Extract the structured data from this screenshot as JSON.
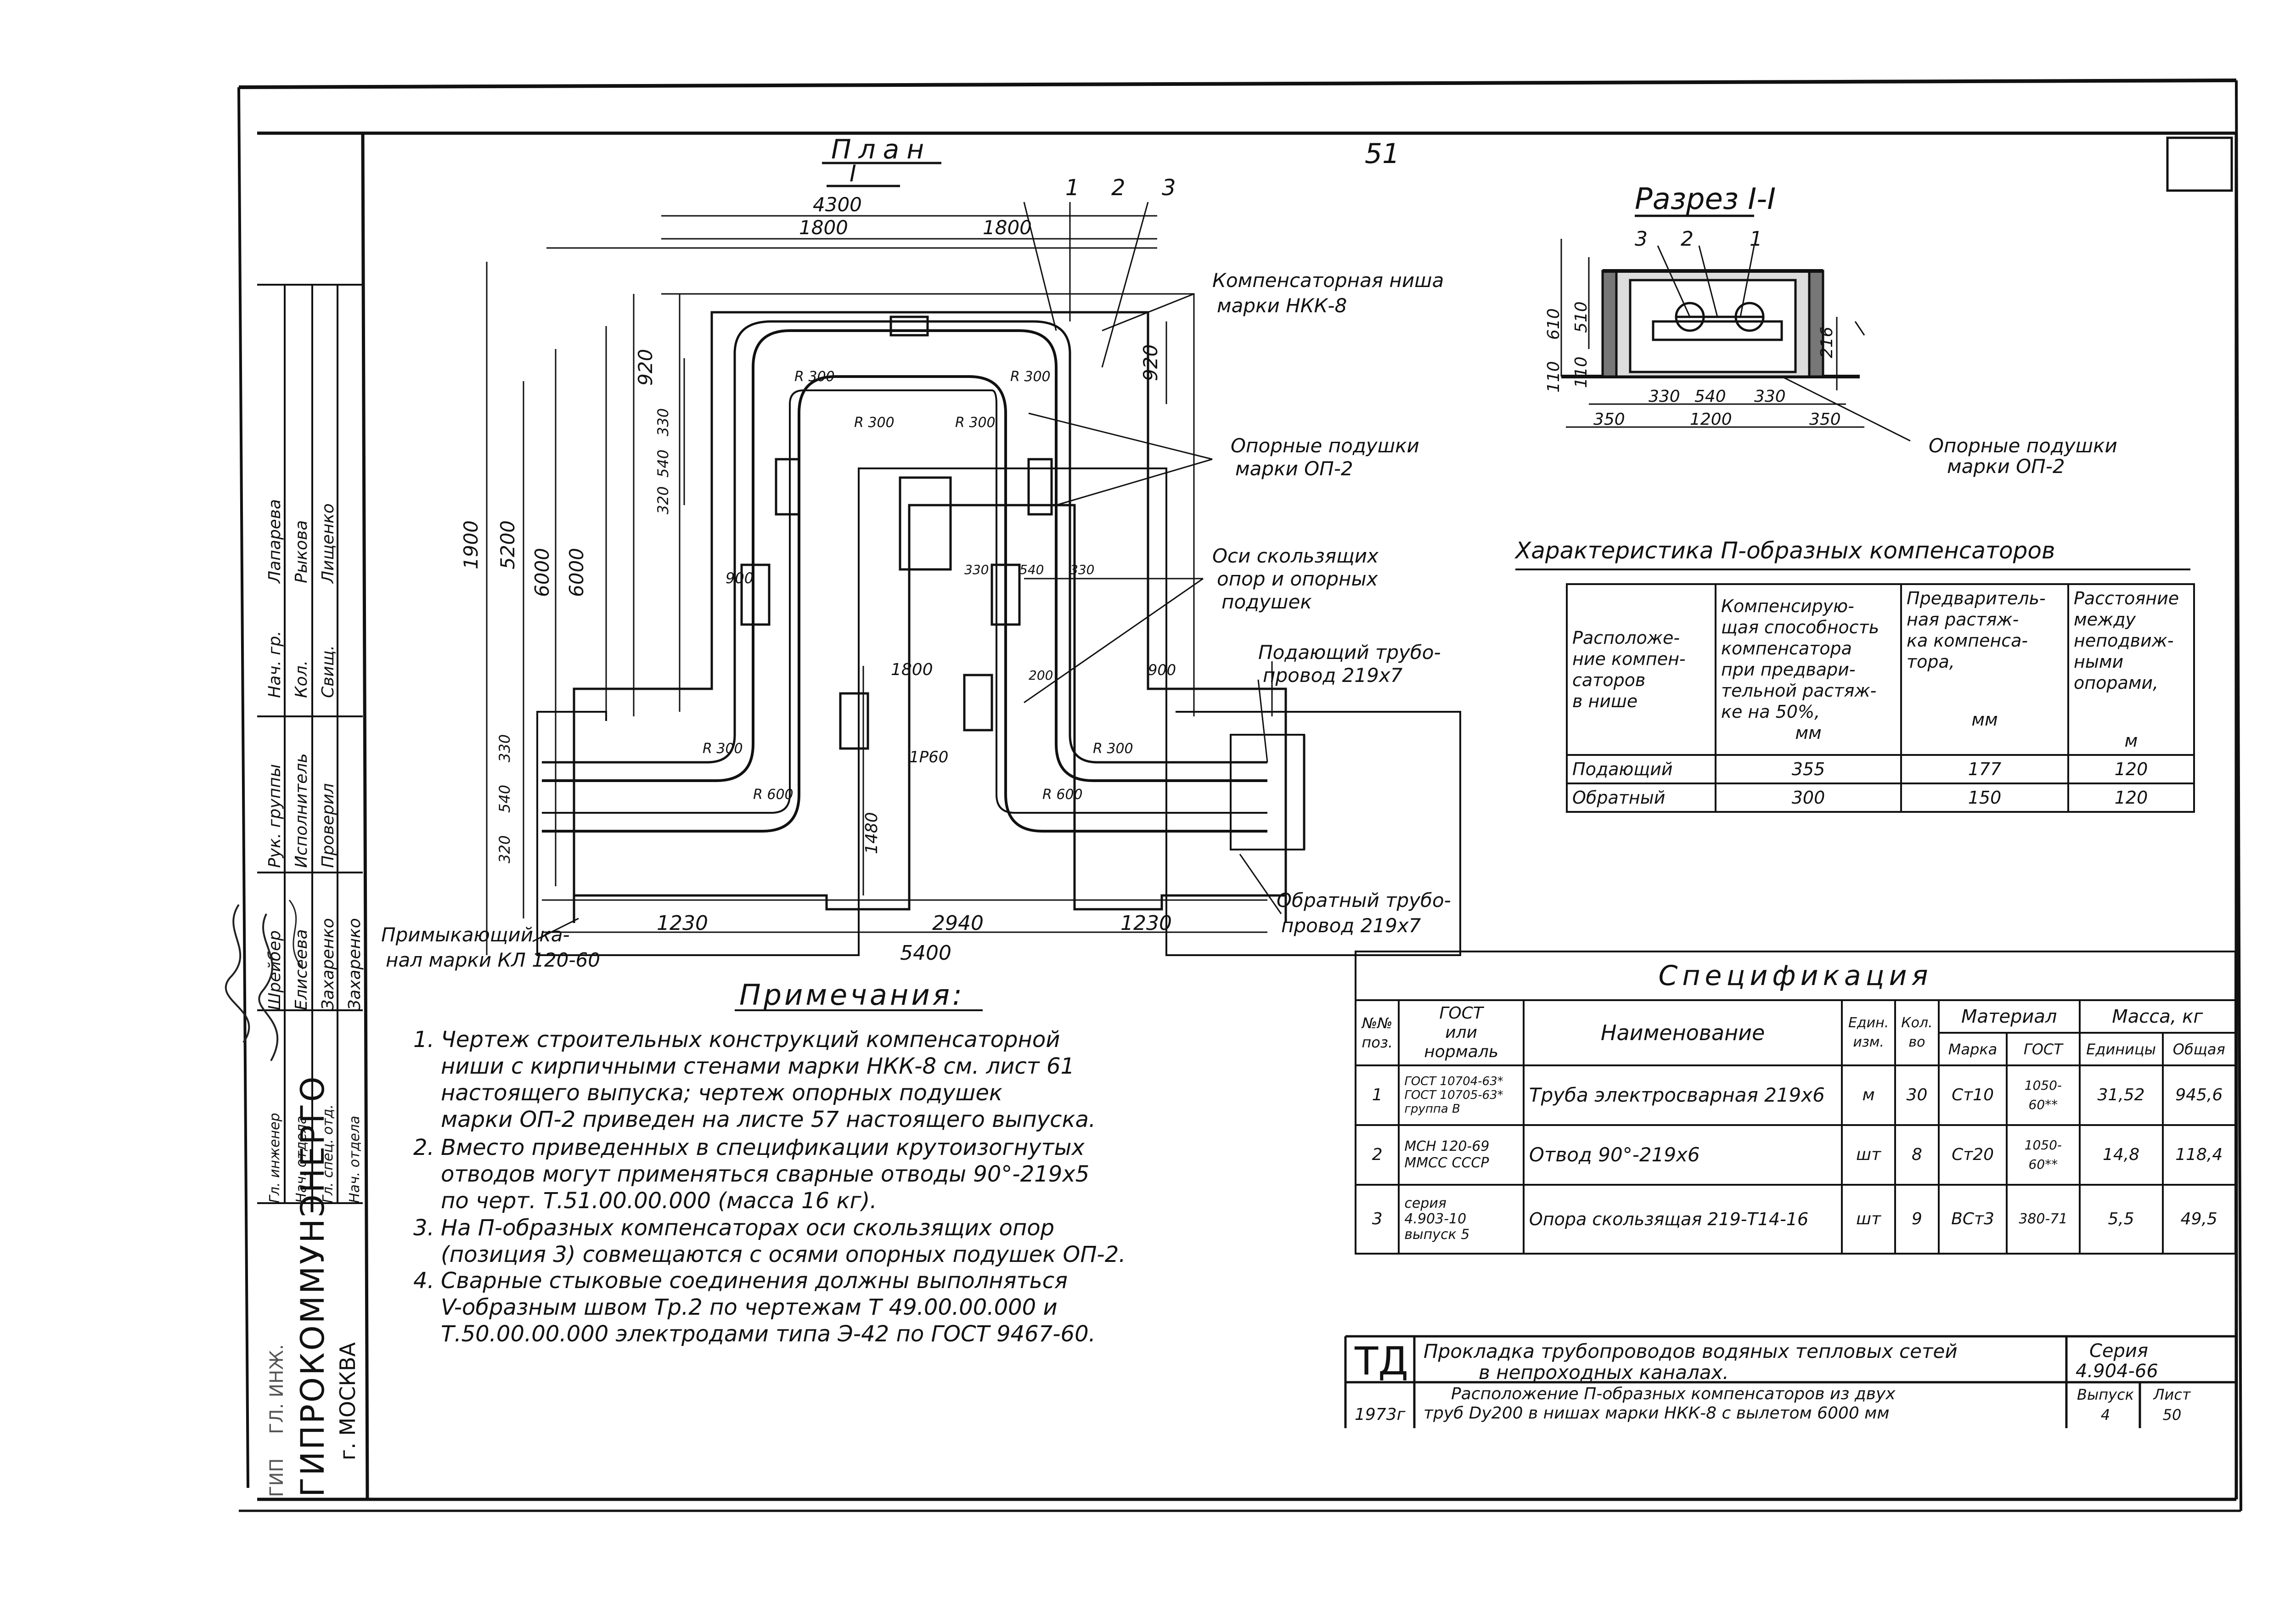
{
  "sheet_number": "51",
  "plan": {
    "title": "План",
    "section_mark": "I",
    "leaders": [
      "1",
      "2",
      "3"
    ],
    "dims": {
      "d4300": "4300",
      "d1800a": "1800",
      "d1800b": "1800",
      "d1900": "1900",
      "d5200": "5200",
      "d6000a": "6000",
      "d6000b": "6000",
      "d920a": "920",
      "d920b": "920",
      "d320": "320",
      "d540": "540",
      "d330": "330",
      "d900a": "900",
      "d900b": "900",
      "d1800c": "1800",
      "d1480": "1480",
      "d1230a": "1230",
      "d2940": "2940",
      "d1230b": "1230",
      "d5400": "5400",
      "r300a": "R 300",
      "r300b": "R 300",
      "r300c": "R 300",
      "r300d": "R 300",
      "r300e": "R 300",
      "r300f": "R 300",
      "r600a": "R 600",
      "r600b": "R 600",
      "d1p60": "1P60",
      "d200": "200",
      "d330b": "330",
      "d540b": "540",
      "d330c": "330",
      "d320b": "320",
      "d540c": "540",
      "d330d": "330"
    },
    "callouts": {
      "niche": [
        "Компенсаторная ниша",
        "марки НКК-8"
      ],
      "pads": [
        "Опорные подушки",
        "марки ОП-2"
      ],
      "axes": [
        "Оси скользящих",
        "опор и опорных",
        "подушек"
      ],
      "supply": [
        "Подающий трубо-",
        "провод 219х7"
      ],
      "return": [
        "Обратный трубо-",
        "провод 219х7"
      ],
      "channel": [
        "Примыкающий ка-",
        "нал марки КЛ 120-60"
      ]
    }
  },
  "section": {
    "title": "Разрез I-I",
    "leaders": [
      "3",
      "2",
      "1"
    ],
    "dims": {
      "d610": "610",
      "d510": "510",
      "d110a": "110",
      "d216": "216",
      "d110b": "110",
      "d330a": "330",
      "d540": "540",
      "d330b": "330",
      "d350a": "350",
      "d1200": "1200",
      "d350b": "350"
    },
    "callout": [
      "Опорные подушки",
      "марки ОП-2"
    ]
  },
  "characteristics": {
    "title": "Характеристика П-образных компенсаторов",
    "headers": [
      [
        "Расположе-",
        "ние компен-",
        "саторов",
        "в нише"
      ],
      [
        "Компенсирую-",
        "щая способность",
        "компенсатора",
        "при предвари-",
        "тельной растяж-",
        "ке на 50%,",
        "мм"
      ],
      [
        "Предваритель-",
        "ная растяж-",
        "ка компенса-",
        "тора,",
        "мм"
      ],
      [
        "Расстояние",
        "между",
        "неподвиж-",
        "ными опорами,",
        "м"
      ]
    ],
    "rows": [
      [
        "Подающий",
        "355",
        "177",
        "120"
      ],
      [
        "Обратный",
        "300",
        "150",
        "120"
      ]
    ]
  },
  "specification": {
    "title": "Спецификация",
    "headers": {
      "pos": [
        "№№",
        "поз."
      ],
      "gost": [
        "ГОСТ",
        "или",
        "нормаль"
      ],
      "name": "Наименование",
      "unit": [
        "Един.",
        "изм."
      ],
      "qty": [
        "Кол.",
        "во"
      ],
      "material": "Материал",
      "mark": "Марка",
      "mgost": "ГОСТ",
      "mass": "Масса, кг",
      "unit_mass": "Единицы",
      "total_mass": "Общая"
    },
    "rows": [
      {
        "pos": "1",
        "gost": [
          "ГОСТ 10704-63*",
          "ГОСТ 10705-63*",
          "группа В"
        ],
        "name": "Труба электросварная 219х6",
        "unit": "м",
        "qty": "30",
        "mark": "Ст10",
        "mgost": "1050-60**",
        "unit_mass": "31,52",
        "total_mass": "945,6"
      },
      {
        "pos": "2",
        "gost": [
          "МСН 120-69",
          "ММСС СССР"
        ],
        "name": "Отвод 90°-219х6",
        "unit": "шт",
        "qty": "8",
        "mark": "Ст20",
        "mgost": "1050-60**",
        "unit_mass": "14,8",
        "total_mass": "118,4"
      },
      {
        "pos": "3",
        "gost": [
          "серия",
          "4.903-10",
          "выпуск 5"
        ],
        "name": "Опора скользящая 219-Т14-16",
        "unit": "шт",
        "qty": "9",
        "mark": "ВСт3",
        "mgost": "380-71",
        "unit_mass": "5,5",
        "total_mass": "49,5"
      }
    ]
  },
  "notes": {
    "title": "Примечания:",
    "items": [
      {
        "num": "1.",
        "lines": [
          "Чертеж строительных конструкций компенсаторной",
          "ниши с кирпичными стенами марки НКК-8 см. лист 61",
          "настоящего выпуска; чертеж опорных подушек",
          "марки ОП-2 приведен на листе 57 настоящего выпуска."
        ]
      },
      {
        "num": "2.",
        "lines": [
          "Вместо приведенных в спецификации крутоизогнутых",
          "отводов могут применяться сварные отводы 90°-219х5",
          "по черт. Т.51.00.00.000 (масса 16 кг)."
        ]
      },
      {
        "num": "3.",
        "lines": [
          "На П-образных компенсаторах оси скользящих опор",
          "(позиция 3) совмещаются с осями опорных подушек ОП-2."
        ]
      },
      {
        "num": "4.",
        "lines": [
          "Сварные стыковые соединения должны выполняться",
          "V-образным швом Тр.2 по чертежам Т 49.00.00.000 и",
          "Т.50.00.00.000 электродами типа Э-42 по ГОСТ 9467-60."
        ]
      }
    ]
  },
  "title_block": {
    "td": "ТД",
    "series_name": [
      "Прокладка трубопроводов водяных тепловых сетей",
      "в непроходных каналах."
    ],
    "series_label": "Серия",
    "series_value": "4.904-66",
    "sheet_name": [
      "Расположение П-образных компенсаторов из двух",
      "труб Dу200 в нишах марки НКК-8 с вылетом 6000 мм"
    ],
    "year": "1973г",
    "issue_label": "Выпуск",
    "issue_value": "4",
    "sheet_label": "Лист",
    "sheet_value": "50"
  },
  "side_stamp": {
    "org": "ГИПРОКОММУНЭНЕРГО",
    "city": "г. МОСКВА",
    "roles": [
      "Рук. группы",
      "Исполнитель",
      "Проверил"
    ],
    "names": [
      "Шрейбер",
      "Елисеева",
      "Захаренко",
      "Захаренко"
    ],
    "cols": [
      "Гл. инженер",
      "Нач. отдела",
      "Гл. спец. отд.",
      "Нач. отдела"
    ],
    "signatures_top": [
      "Шрейбер",
      "Захаренко"
    ],
    "top_names": [
      "Лапарева",
      "Рыкова",
      "Лищенко"
    ],
    "top_label": [
      "Нач. гр.",
      "Кол.",
      "Свищ."
    ],
    "sub": [
      "ГИП",
      "ГЛ. ИНЖ."
    ]
  }
}
